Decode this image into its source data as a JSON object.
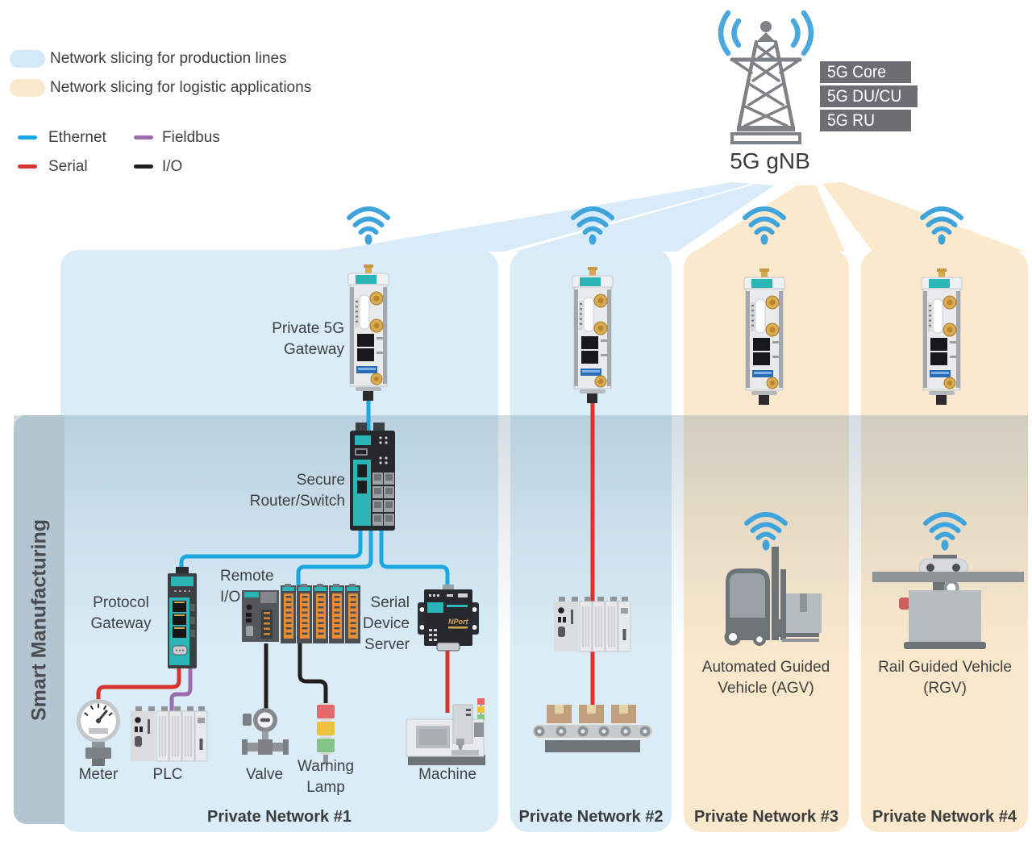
{
  "legend": {
    "production": {
      "label": "Network slicing for production lines",
      "color": "#d4e9f7"
    },
    "logistics": {
      "label": "Network slicing for logistic applications",
      "color": "#fae8cc"
    },
    "ethernet": {
      "label": "Ethernet",
      "color": "#1ba7e0"
    },
    "fieldbus": {
      "label": "Fieldbus",
      "color": "#9b6daf"
    },
    "serial": {
      "label": "Serial",
      "color": "#d6342c"
    },
    "io": {
      "label": "I/O",
      "color": "#231f20"
    }
  },
  "gnb": {
    "label": "5G gNB",
    "stack": {
      "core": "5G Core",
      "ducu": "5G DU/CU",
      "ru": "5G RU"
    },
    "box_color": "#6d6e71"
  },
  "band": {
    "label": "Smart Manufacturing"
  },
  "labels": {
    "gateway1": "Private 5G",
    "gateway2": "Gateway",
    "router1": "Secure",
    "router2": "Router/Switch",
    "pgw1": "Protocol",
    "pgw2": "Gateway",
    "rio1": "Remote",
    "rio2": "I/O",
    "sds1": "Serial",
    "sds2": "Device",
    "sds3": "Server",
    "meter": "Meter",
    "plc": "PLC",
    "valve": "Valve",
    "wlamp1": "Warning",
    "wlamp2": "Lamp",
    "machine": "Machine",
    "agv1": "Automated Guided",
    "agv2": "Vehicle (AGV)",
    "rgv1": "Rail Guided Vehicle",
    "rgv2": "(RGV)",
    "nport": "NPort"
  },
  "networks": [
    {
      "title": "Private Network #1",
      "slice": "production"
    },
    {
      "title": "Private Network #2",
      "slice": "production"
    },
    {
      "title": "Private Network #3",
      "slice": "logistics"
    },
    {
      "title": "Private Network #4",
      "slice": "logistics"
    }
  ],
  "colors": {
    "panel_blue": "#d9ecf8",
    "panel_orange": "#fae8cc",
    "wifi_blue": "#3fa3dc",
    "device_teal": "#2cb5b6",
    "tower_gray": "#7f8285",
    "band_gray": "#b2c5d1"
  }
}
